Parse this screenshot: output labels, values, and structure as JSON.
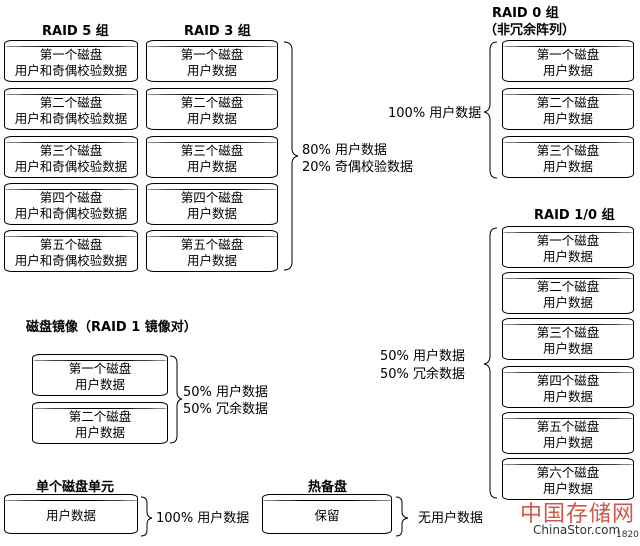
{
  "titles": {
    "raid5": "RAID 5 组",
    "raid3": "RAID 3 组",
    "raid0_line1": "RAID 0 组",
    "raid0_line2": "（非冗余阵列）",
    "raid10": "RAID 1/0 组",
    "mirror": "磁盘镜像（RAID  1  镜像对）",
    "single": "单个磁盘单元",
    "hotspare": "热备盘"
  },
  "disks": {
    "first": "第一个磁盘",
    "second": "第二个磁盘",
    "third": "第三个磁盘",
    "fourth": "第四个磁盘",
    "fifth": "第五个磁盘",
    "sixth": "第六个磁盘",
    "user_parity": "用户和奇偶校验数据",
    "user": "用户数据",
    "reserved": "保留"
  },
  "annotations": {
    "raid3_user": "80% 用户数据",
    "raid3_parity": "20% 奇偶校验数据",
    "raid0": "100% 用户数据",
    "raid10_user": "50% 用户数据",
    "raid10_redundant": "50% 冗余数据",
    "mirror_user": "50% 用户数据",
    "mirror_redundant": "50% 冗余数据",
    "single": "100% 用户数据",
    "hotspare": "无用户数据"
  },
  "watermark": {
    "chinese": "中国存储网",
    "site": "ChinaStor.com",
    "number": "1820"
  }
}
